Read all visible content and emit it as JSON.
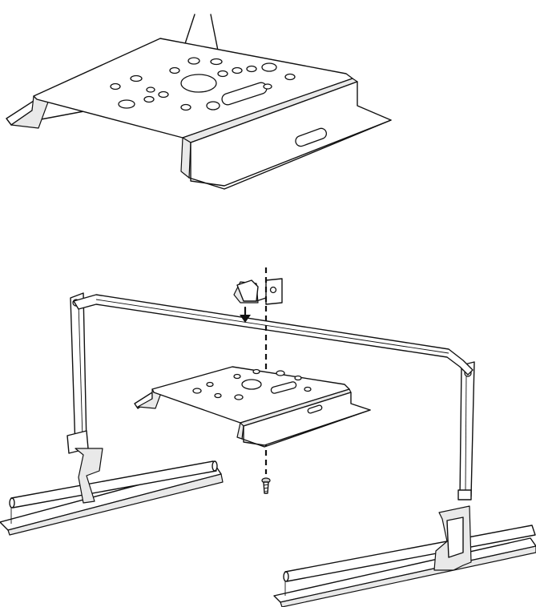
{
  "figure": {
    "colors": {
      "line": "#111111",
      "background": "#ffffff",
      "shade": "#e9e9e9"
    },
    "parts": [
      "adapter-plate-detail",
      "ceiling-bracket-assembly",
      "t-rail-left",
      "t-rail-right",
      "mounting-screw",
      "clip-bracket"
    ]
  }
}
